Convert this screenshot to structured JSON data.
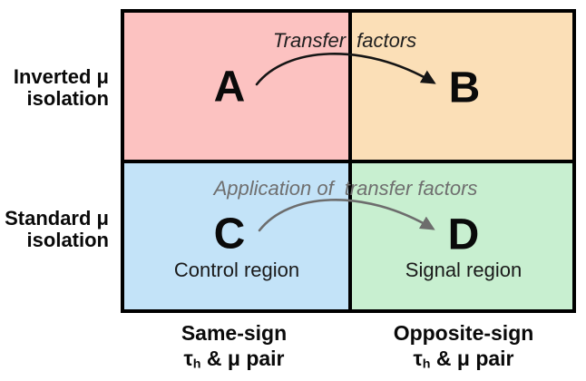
{
  "diagram": {
    "quadrants": [
      {
        "id": "A",
        "letter": "A",
        "color": "#fcc2c1",
        "caption": ""
      },
      {
        "id": "B",
        "letter": "B",
        "color": "#fbdfb7",
        "caption": ""
      },
      {
        "id": "C",
        "letter": "C",
        "color": "#c3e3f8",
        "caption": "Control region"
      },
      {
        "id": "D",
        "letter": "D",
        "color": "#c8efd0",
        "caption": "Signal region"
      }
    ],
    "arrows": [
      {
        "name": "transfer",
        "label_left": "Transfer",
        "label_right": "factors",
        "color": "#151515"
      },
      {
        "name": "application",
        "label_left": "Application of",
        "label_right": "transfer factors",
        "color": "#6d6d6d"
      }
    ],
    "row_labels": [
      {
        "line1": "Inverted μ",
        "line2": "isolation"
      },
      {
        "line1": "Standard μ",
        "line2": "isolation"
      }
    ],
    "col_labels": [
      {
        "line1": "Same-sign",
        "tau": "τ",
        "tau_sub": "h",
        "rest": " & μ pair"
      },
      {
        "line1": "Opposite-sign",
        "tau": "τ",
        "tau_sub": "h",
        "rest": " & μ pair"
      }
    ],
    "border_color": "#000000"
  }
}
